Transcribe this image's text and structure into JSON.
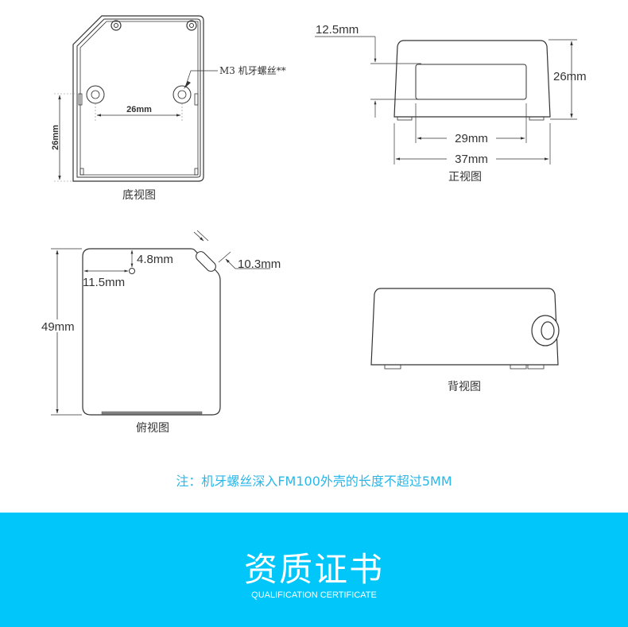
{
  "views": {
    "bottom": {
      "caption": "底视图",
      "callout": "M3 机牙螺丝**",
      "dim_horizontal": "26mm",
      "dim_vertical": "26mm"
    },
    "front": {
      "caption": "正视图",
      "dim_top_offset": "12.5mm",
      "dim_height": "26mm",
      "dim_window_width": "29mm",
      "dim_total_width": "37mm"
    },
    "top": {
      "caption": "俯视图",
      "dim_hole_top": "4.8mm",
      "dim_hole_left": "11.5mm",
      "dim_slot": "10.3mm",
      "dim_height": "49mm"
    },
    "back": {
      "caption": "背视图"
    }
  },
  "note": "注：机牙螺丝深入FM100外壳的长度不超过5MM",
  "banner": {
    "title": "资质证书",
    "subtitle": "QUALIFICATION CERTIFICATE",
    "color": "#00C6FA"
  },
  "colors": {
    "line": "#333333",
    "note_text": "#29B6E8"
  }
}
